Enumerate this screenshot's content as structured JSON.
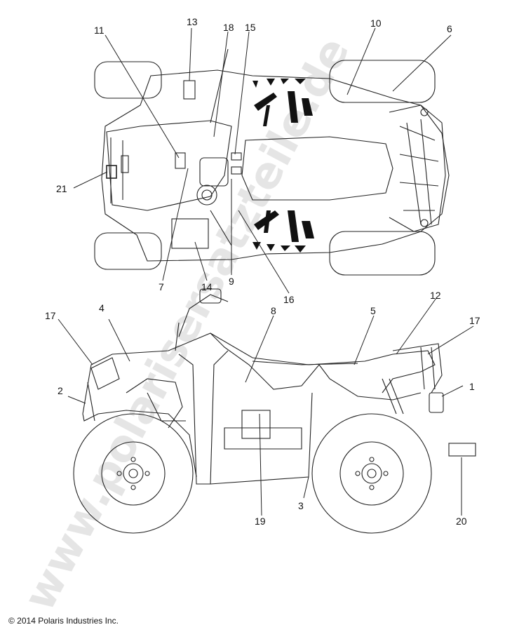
{
  "diagram": {
    "watermark": "www.polarisersatzteile.de",
    "copyright": "© 2014 Polaris Industries Inc.",
    "callouts": [
      "1",
      "2",
      "3",
      "4",
      "5",
      "6",
      "7",
      "8",
      "9",
      "10",
      "11",
      "12",
      "13",
      "14",
      "15",
      "16",
      "17",
      "18",
      "19",
      "20",
      "21"
    ]
  }
}
